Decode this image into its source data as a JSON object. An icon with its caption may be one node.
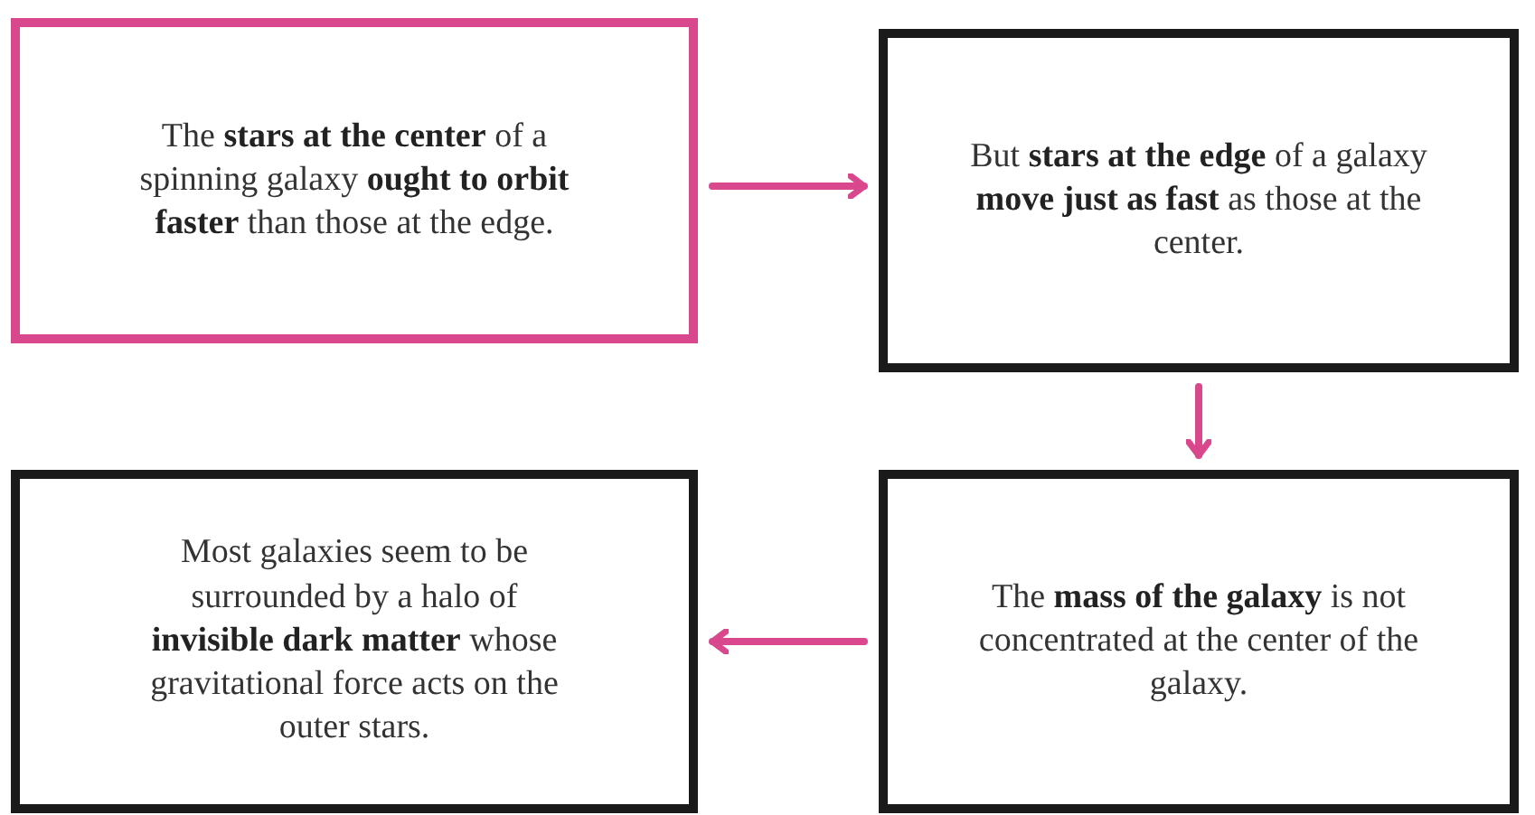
{
  "diagram": {
    "nodes": [
      {
        "text": [
          "The **stars at the center** of a spinning galaxy **ought to orbit faster** than those at the edge."
        ]
      },
      {
        "text": [
          "But **stars at the edge** of a galaxy **move just as fast** as those at the center."
        ]
      },
      {
        "text": [
          "Most galaxies seem to be surrounded by a halo of **invisible dark matter** whose gravitational force acts on the outer stars."
        ]
      },
      {
        "text": [
          "The **mass of the galaxy** is not concentrated at the center of the galaxy."
        ]
      }
    ],
    "edges": [
      {
        "from": 0,
        "to": 1,
        "arrow": "to"
      },
      {
        "from": 1,
        "to": 3,
        "arrow": "to"
      },
      {
        "from": 3,
        "to": 2,
        "arrow": "to"
      }
    ]
  }
}
